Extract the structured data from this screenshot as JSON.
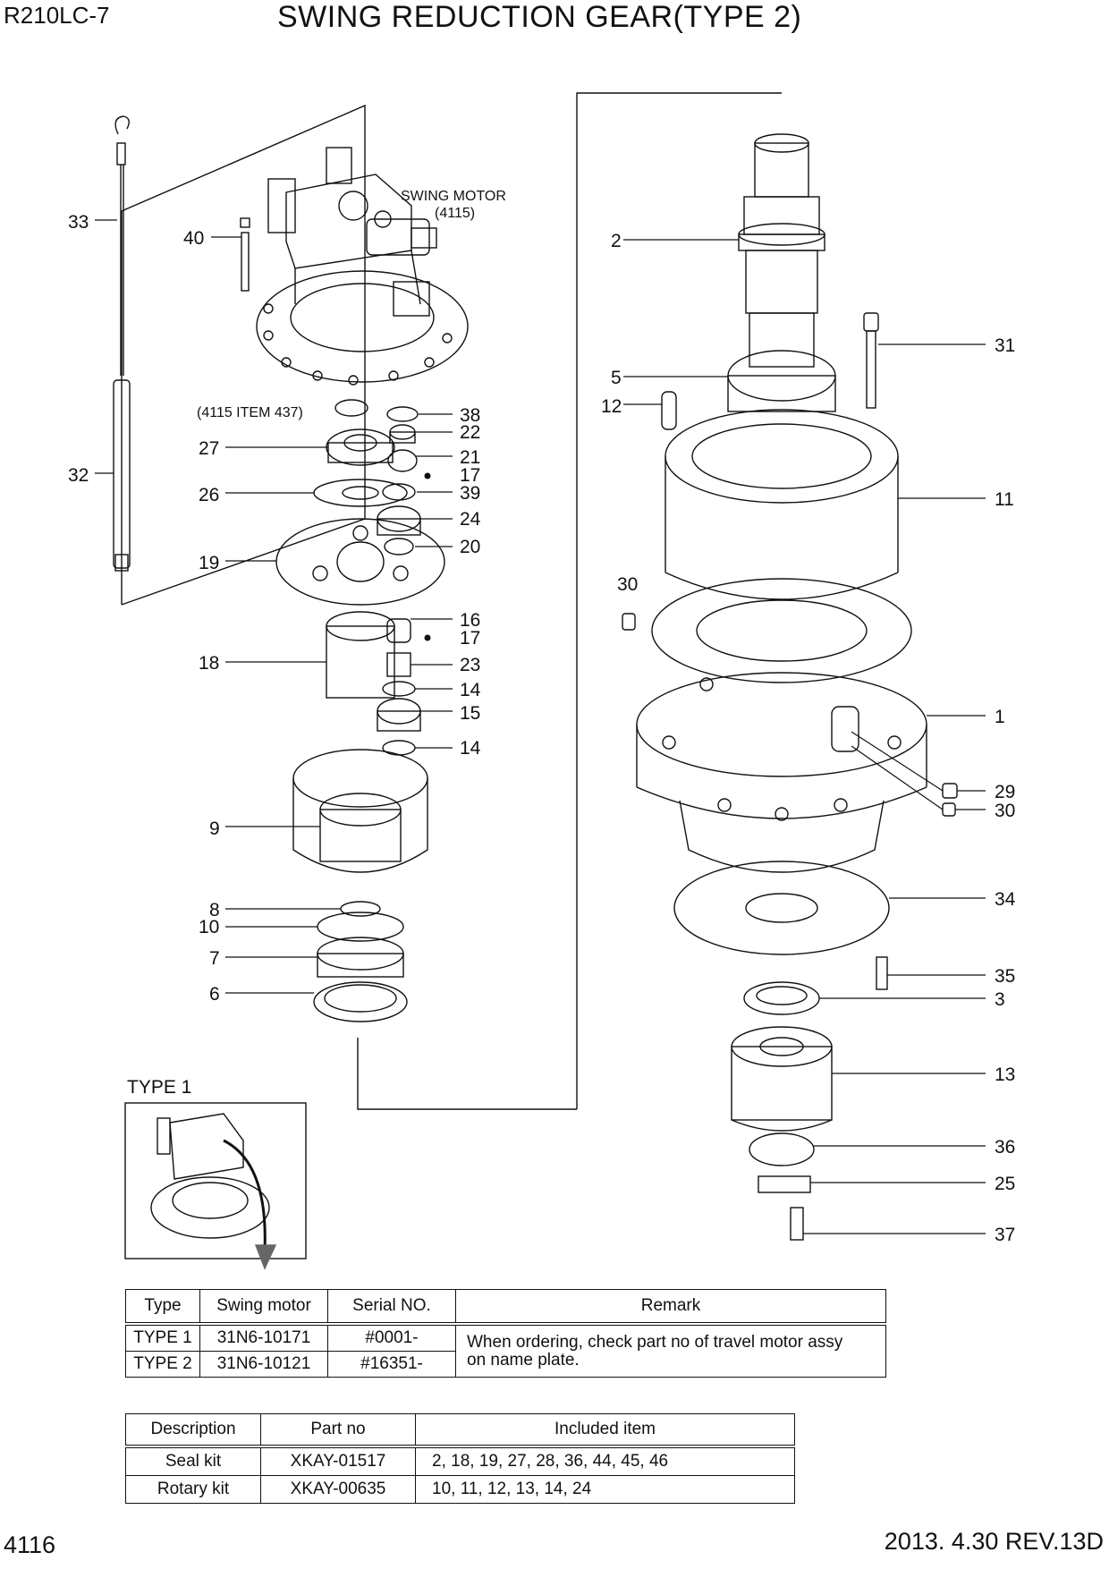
{
  "header": {
    "model": "R210LC-7",
    "title": "SWING REDUCTION GEAR(TYPE 2)"
  },
  "footer": {
    "page_number": "4116",
    "revision": "2013. 4.30  REV.13D"
  },
  "diagram": {
    "swing_motor_label": "SWING MOTOR",
    "swing_motor_ref": "(4115)",
    "item_ref_note": "(4115 ITEM 437)",
    "type1_label": "TYPE 1",
    "callouts": [
      "33",
      "40",
      "32",
      "27",
      "26",
      "19",
      "18",
      "9",
      "8",
      "10",
      "7",
      "6",
      "38",
      "22",
      "21",
      "17",
      "39",
      "24",
      "20",
      "16",
      "17",
      "23",
      "14",
      "15",
      "14",
      "2",
      "31",
      "5",
      "12",
      "11",
      "30",
      "1",
      "29",
      "30",
      "34",
      "35",
      "3",
      "13",
      "36",
      "25",
      "37"
    ]
  },
  "type_table": {
    "headers": [
      "Type",
      "Swing motor",
      "Serial NO.",
      "Remark"
    ],
    "rows": [
      [
        "TYPE 1",
        "31N6-10171",
        "#0001-"
      ],
      [
        "TYPE 2",
        "31N6-10121",
        "#16351-"
      ]
    ],
    "remark_line1": "When ordering, check part no of travel motor assy",
    "remark_line2": "on name plate."
  },
  "kit_table": {
    "headers": [
      "Description",
      "Part no",
      "Included item"
    ],
    "rows": [
      [
        "Seal kit",
        "XKAY-01517",
        "2, 18, 19, 27, 28, 36, 44, 45, 46"
      ],
      [
        "Rotary kit",
        "XKAY-00635",
        "10, 11, 12, 13, 14, 24"
      ]
    ]
  }
}
